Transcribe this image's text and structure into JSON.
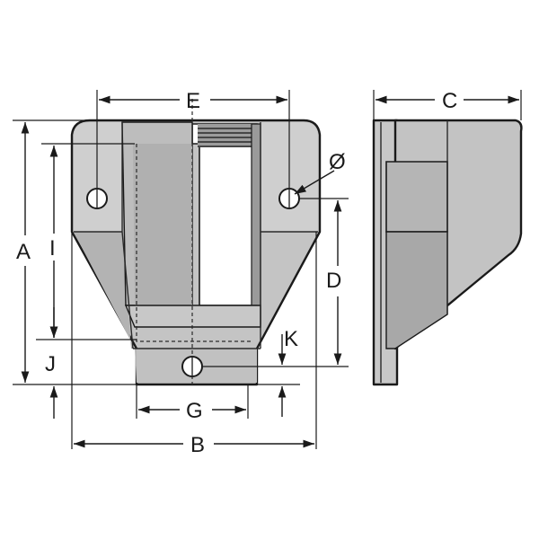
{
  "dimensions": {
    "A": "A",
    "B": "B",
    "C": "C",
    "D": "D",
    "E": "E",
    "G": "G",
    "I": "I",
    "J": "J",
    "K": "K",
    "diameter": "Ø"
  },
  "colors": {
    "body_light": "#c9c9c9",
    "body_mid": "#b5b5b5",
    "body_dark": "#9a9a9a",
    "line": "#1a1a1a",
    "background": "#ffffff"
  }
}
